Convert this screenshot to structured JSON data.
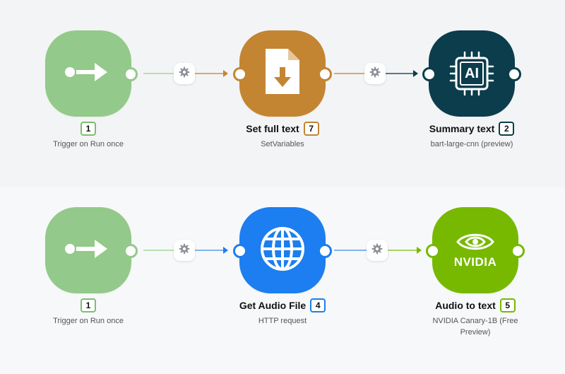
{
  "colors": {
    "trigger": "#93c98a",
    "setvars": "#c38532",
    "ai": "#0b3d4c",
    "http": "#1c7ef0",
    "nvidia": "#76b900"
  },
  "workflow_1": {
    "trigger": {
      "badge": "1",
      "subtitle": "Trigger on Run once",
      "icon": "arrow-right-icon"
    },
    "settings_1": {
      "icon": "gear-icon"
    },
    "set_text": {
      "title": "Set full text",
      "badge": "7",
      "subtitle": "SetVariables",
      "icon": "file-download-icon"
    },
    "settings_2": {
      "icon": "gear-icon"
    },
    "summary": {
      "title": "Summary text",
      "badge": "2",
      "subtitle": "bart-large-cnn (preview)",
      "icon": "ai-chip-icon",
      "icon_text": "AI"
    }
  },
  "workflow_2": {
    "trigger": {
      "badge": "1",
      "subtitle": "Trigger on Run once",
      "icon": "arrow-right-icon"
    },
    "settings_1": {
      "icon": "gear-icon"
    },
    "audio_file": {
      "title": "Get Audio File",
      "badge": "4",
      "subtitle": "HTTP request",
      "icon": "globe-icon"
    },
    "settings_2": {
      "icon": "gear-icon"
    },
    "transcribe": {
      "title": "Audio to text",
      "badge": "5",
      "subtitle_line1": "NVIDIA Canary-1B (Free",
      "subtitle_line2": "Preview)",
      "icon": "nvidia-logo-icon",
      "logo_text": "NVIDIA"
    }
  }
}
